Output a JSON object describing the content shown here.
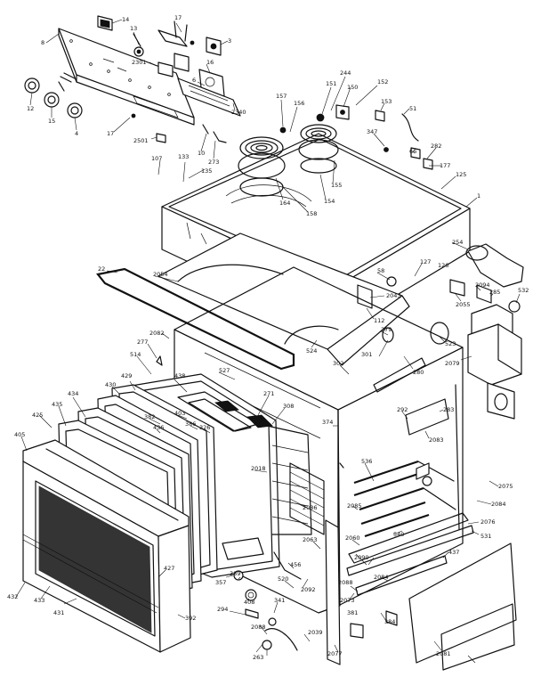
{
  "callouts": [
    {
      "id": "c1",
      "text": "14"
    },
    {
      "id": "c2",
      "text": "8"
    },
    {
      "id": "c3",
      "text": "13"
    },
    {
      "id": "c4",
      "text": "2301"
    },
    {
      "id": "c5",
      "text": "17"
    },
    {
      "id": "c6",
      "text": "3"
    },
    {
      "id": "c7",
      "text": "16"
    },
    {
      "id": "c8",
      "text": "6"
    },
    {
      "id": "c9",
      "text": "12"
    },
    {
      "id": "c10",
      "text": "15"
    },
    {
      "id": "c11",
      "text": "4"
    },
    {
      "id": "c12",
      "text": "17"
    },
    {
      "id": "c13",
      "text": "2501"
    },
    {
      "id": "c14",
      "text": "10"
    },
    {
      "id": "c15",
      "text": "273"
    },
    {
      "id": "c16",
      "text": "2340"
    },
    {
      "id": "c17",
      "text": "157"
    },
    {
      "id": "c18",
      "text": "156"
    },
    {
      "id": "c19",
      "text": "151"
    },
    {
      "id": "c20",
      "text": "244"
    },
    {
      "id": "c21",
      "text": "150"
    },
    {
      "id": "c22",
      "text": "152"
    },
    {
      "id": "c23",
      "text": "153"
    },
    {
      "id": "c24",
      "text": "51"
    },
    {
      "id": "c25",
      "text": "347"
    },
    {
      "id": "c26",
      "text": "66"
    },
    {
      "id": "c27",
      "text": "282"
    },
    {
      "id": "c28",
      "text": "177"
    },
    {
      "id": "c29",
      "text": "125"
    },
    {
      "id": "c30",
      "text": "1"
    },
    {
      "id": "c31",
      "text": "107"
    },
    {
      "id": "c32",
      "text": "133"
    },
    {
      "id": "c33",
      "text": "135"
    },
    {
      "id": "c34",
      "text": "164"
    },
    {
      "id": "c35",
      "text": "158"
    },
    {
      "id": "c36",
      "text": "154"
    },
    {
      "id": "c37",
      "text": "155"
    },
    {
      "id": "c38",
      "text": "254"
    },
    {
      "id": "c39",
      "text": "22"
    },
    {
      "id": "c40",
      "text": "2054"
    },
    {
      "id": "c41",
      "text": "58"
    },
    {
      "id": "c42",
      "text": "127"
    },
    {
      "id": "c43",
      "text": "126"
    },
    {
      "id": "c44",
      "text": "2043"
    },
    {
      "id": "c45",
      "text": "112"
    },
    {
      "id": "c46",
      "text": "2094"
    },
    {
      "id": "c47",
      "text": "285"
    },
    {
      "id": "c48",
      "text": "532"
    },
    {
      "id": "c49",
      "text": "2055"
    },
    {
      "id": "c50",
      "text": "2082"
    },
    {
      "id": "c51",
      "text": "277"
    },
    {
      "id": "c52",
      "text": "524"
    },
    {
      "id": "c53",
      "text": "279"
    },
    {
      "id": "c54",
      "text": "523"
    },
    {
      "id": "c55",
      "text": "2079"
    },
    {
      "id": "c56",
      "text": "514"
    },
    {
      "id": "c57",
      "text": "527"
    },
    {
      "id": "c58",
      "text": "301"
    },
    {
      "id": "c59",
      "text": "280"
    },
    {
      "id": "c60",
      "text": "302"
    },
    {
      "id": "c61",
      "text": "429"
    },
    {
      "id": "c62",
      "text": "438"
    },
    {
      "id": "c63",
      "text": "271"
    },
    {
      "id": "c64",
      "text": "308"
    },
    {
      "id": "c65",
      "text": "430"
    },
    {
      "id": "c66",
      "text": "434"
    },
    {
      "id": "c67",
      "text": "436"
    },
    {
      "id": "c68",
      "text": "435"
    },
    {
      "id": "c69",
      "text": "425"
    },
    {
      "id": "c70",
      "text": "405"
    },
    {
      "id": "c71",
      "text": "382"
    },
    {
      "id": "c72",
      "text": "403"
    },
    {
      "id": "c73",
      "text": "386"
    },
    {
      "id": "c74",
      "text": "326"
    },
    {
      "id": "c75",
      "text": "292"
    },
    {
      "id": "c76",
      "text": "283"
    },
    {
      "id": "c77",
      "text": "2083"
    },
    {
      "id": "c78",
      "text": "374"
    },
    {
      "id": "c79",
      "text": "2018"
    },
    {
      "id": "c80",
      "text": "536"
    },
    {
      "id": "c81",
      "text": "2086"
    },
    {
      "id": "c82",
      "text": "2075"
    },
    {
      "id": "c83",
      "text": "2084"
    },
    {
      "id": "c84",
      "text": "2085"
    },
    {
      "id": "c85",
      "text": "2076"
    },
    {
      "id": "c86",
      "text": "531"
    },
    {
      "id": "c87",
      "text": "540"
    },
    {
      "id": "c88",
      "text": "2063"
    },
    {
      "id": "c89",
      "text": "2060"
    },
    {
      "id": "c90",
      "text": "2090"
    },
    {
      "id": "c91",
      "text": "437"
    },
    {
      "id": "c92",
      "text": "432"
    },
    {
      "id": "c93",
      "text": "433"
    },
    {
      "id": "c94",
      "text": "431"
    },
    {
      "id": "c95",
      "text": "427"
    },
    {
      "id": "c96",
      "text": "357"
    },
    {
      "id": "c97",
      "text": "389"
    },
    {
      "id": "c98",
      "text": "408"
    },
    {
      "id": "c99",
      "text": "456"
    },
    {
      "id": "c100",
      "text": "520"
    },
    {
      "id": "c101",
      "text": "2092"
    },
    {
      "id": "c102",
      "text": "2084"
    },
    {
      "id": "c103",
      "text": "2088"
    },
    {
      "id": "c104",
      "text": "2073"
    },
    {
      "id": "c105",
      "text": "381"
    },
    {
      "id": "c106",
      "text": "384"
    },
    {
      "id": "c107",
      "text": "392"
    },
    {
      "id": "c108",
      "text": "294"
    },
    {
      "id": "c109",
      "text": "341"
    },
    {
      "id": "c110",
      "text": "2088"
    },
    {
      "id": "c111",
      "text": "263"
    },
    {
      "id": "c112",
      "text": "2039"
    },
    {
      "id": "c113",
      "text": "2077"
    },
    {
      "id": "c114",
      "text": "2081"
    }
  ]
}
